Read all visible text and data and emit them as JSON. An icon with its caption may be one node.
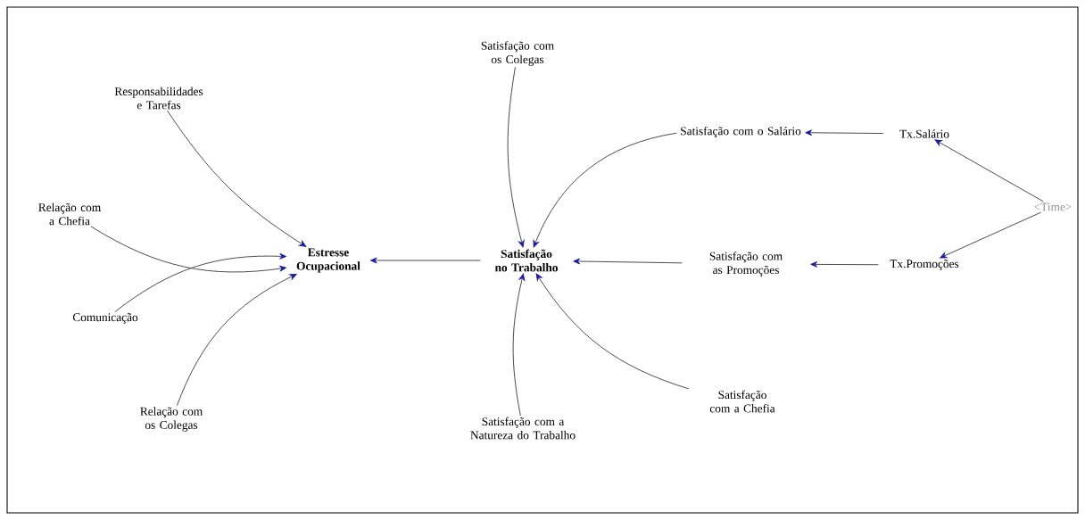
{
  "diagram": {
    "nodes": [
      {
        "text": [
          "Estresse Ocupacional"
        ]
      },
      {
        "text": [
          "Satisfação no Trabalho"
        ]
      },
      {
        "text": [
          "Responsabilidades e Tarefas"
        ]
      },
      {
        "text": [
          "Relação com a Chefia"
        ]
      },
      {
        "text": [
          "Comunicação"
        ]
      },
      {
        "text": [
          "Relação com os Colegas"
        ]
      },
      {
        "text": [
          "Satisfação com os Colegas"
        ]
      },
      {
        "text": [
          "Satisfação com o Salário"
        ]
      },
      {
        "text": [
          "Satisfação com as Promoções"
        ]
      },
      {
        "text": [
          "Satisfação com a Natureza do Trabalho"
        ]
      },
      {
        "text": [
          "Satisfação com a Chefia"
        ]
      },
      {
        "text": [
          "Tx.Salário"
        ]
      },
      {
        "text": [
          "Tx.Promoções"
        ]
      },
      {
        "text": [
          "<Time>"
        ]
      }
    ],
    "edges": [
      {
        "from": 2,
        "to": 0,
        "arrow": "to"
      },
      {
        "from": 3,
        "to": 0,
        "arrow": "to"
      },
      {
        "from": 4,
        "to": 0,
        "arrow": "to"
      },
      {
        "from": 5,
        "to": 0,
        "arrow": "to"
      },
      {
        "from": 1,
        "to": 0,
        "arrow": "to"
      },
      {
        "from": 6,
        "to": 1,
        "arrow": "to"
      },
      {
        "from": 7,
        "to": 1,
        "arrow": "to"
      },
      {
        "from": 8,
        "to": 1,
        "arrow": "to"
      },
      {
        "from": 9,
        "to": 1,
        "arrow": "to"
      },
      {
        "from": 10,
        "to": 1,
        "arrow": "to"
      },
      {
        "from": 11,
        "to": 7,
        "arrow": "to"
      },
      {
        "from": 12,
        "to": 8,
        "arrow": "to"
      },
      {
        "from": 13,
        "to": 11,
        "arrow": "to"
      },
      {
        "from": 13,
        "to": 12,
        "arrow": "to"
      }
    ]
  }
}
